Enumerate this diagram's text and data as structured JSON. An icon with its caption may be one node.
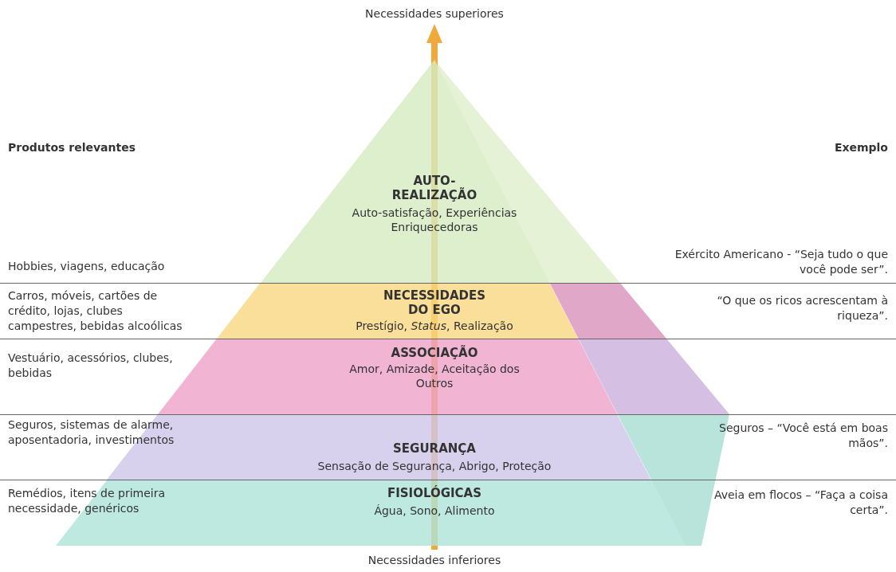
{
  "diagram": {
    "nodes": [
      {
        "text": [
          "AUTO-REALIZAÇÃO",
          "Auto-satisfação, Experiências Enriquecedoras"
        ]
      },
      {
        "text": [
          "NECESSIDADES DO EGO",
          "Prestígio, *Status*, Realização"
        ]
      },
      {
        "text": [
          "ASSOCIAÇÃO",
          "Amor, Amizade, Aceitação dos Outros"
        ]
      },
      {
        "text": [
          "SEGURANÇA",
          "Sensação de Segurança, Abrigo, Proteção"
        ]
      },
      {
        "text": [
          "FISIOLÓGICAS",
          "Água, Sono, Alimento"
        ]
      }
    ],
    "labels": [
      "Necessidades superiores",
      "Produtos relevantes",
      "Exemplo",
      "Hobbies, viagens, educação",
      "Exército Americano - “Seja tudo o que você pode ser”.",
      "Carros, móveis, cartões de crédito, lojas, clubes campestres, bebidas alcoólicas",
      "“O que os ricos acrescentam à riqueza”.",
      "Vestuário, acessórios, clubes, bebidas",
      "Seguros, sistemas de alarme, aposentadoria, investimentos",
      "Seguros – “Você está em boas mãos”.",
      "Remédios, itens de primeira necessidade, genéricos",
      "Aveia em flocos – “Faça a coisa certa”.",
      "Necessidades inferiores"
    ]
  }
}
